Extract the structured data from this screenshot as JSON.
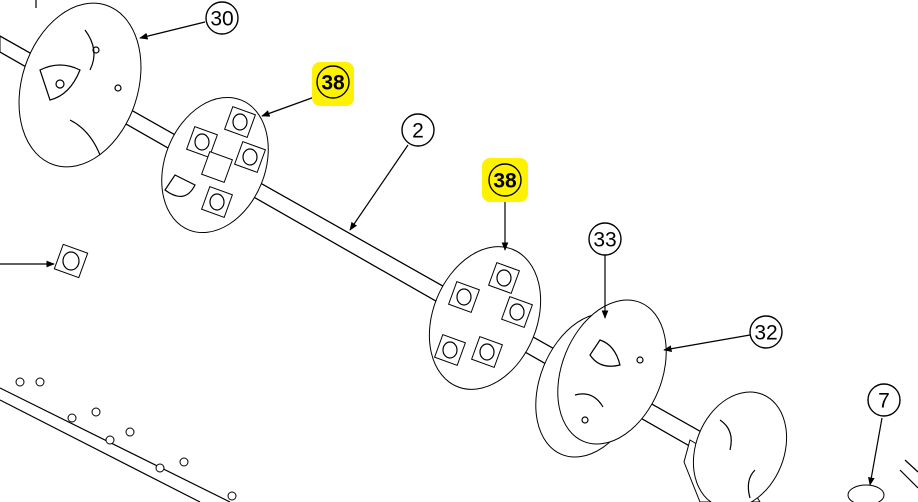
{
  "callouts": {
    "c30": "30",
    "c38a": "38",
    "c2": "2",
    "c38b": "38",
    "c33": "33",
    "c32": "32",
    "c7": "7"
  },
  "colors": {
    "highlight": "#fff200",
    "line": "#000000",
    "part_fill": "#ffffff"
  }
}
